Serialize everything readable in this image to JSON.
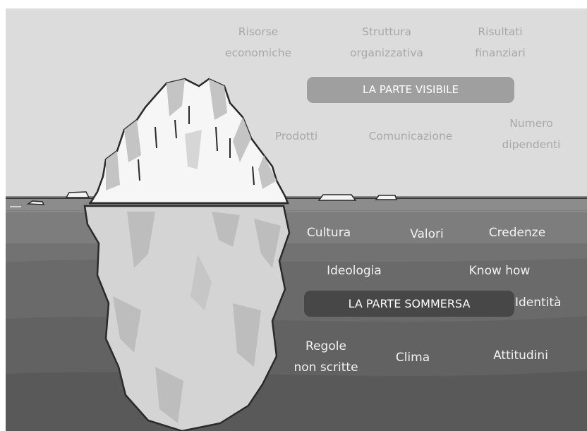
{
  "visible_section": {
    "banner": "LA PARTE VISIBILE",
    "items": [
      {
        "line1": "Risorse",
        "line2": "economiche"
      },
      {
        "line1": "Struttura",
        "line2": "organizzativa"
      },
      {
        "line1": "Risultati",
        "line2": "finanziari"
      },
      {
        "line1": "Prodotti"
      },
      {
        "line1": "Comunicazione"
      },
      {
        "line1": "Numero",
        "line2": "dipendenti"
      }
    ]
  },
  "submerged_section": {
    "banner": "LA PARTE SOMMERSA",
    "items": [
      {
        "line1": "Cultura"
      },
      {
        "line1": "Valori"
      },
      {
        "line1": "Credenze"
      },
      {
        "line1": "Ideologia"
      },
      {
        "line1": "Know how"
      },
      {
        "line1": "Identità"
      },
      {
        "line1": "Regole",
        "line2": "non scritte"
      },
      {
        "line1": "Clima"
      },
      {
        "line1": "Attitudini"
      }
    ]
  },
  "colors": {
    "sky": "#dcdcdc",
    "water_top": "#8a8a8a",
    "water_deep": "#5e5e5e",
    "ice_light": "#ffffff",
    "ice_shadow": "#b9b9b9",
    "ice_underwater": "#d4d4d4",
    "outline": "#2a2a2a",
    "banner_visible": "#9f9f9f",
    "banner_submerged": "#474747"
  }
}
